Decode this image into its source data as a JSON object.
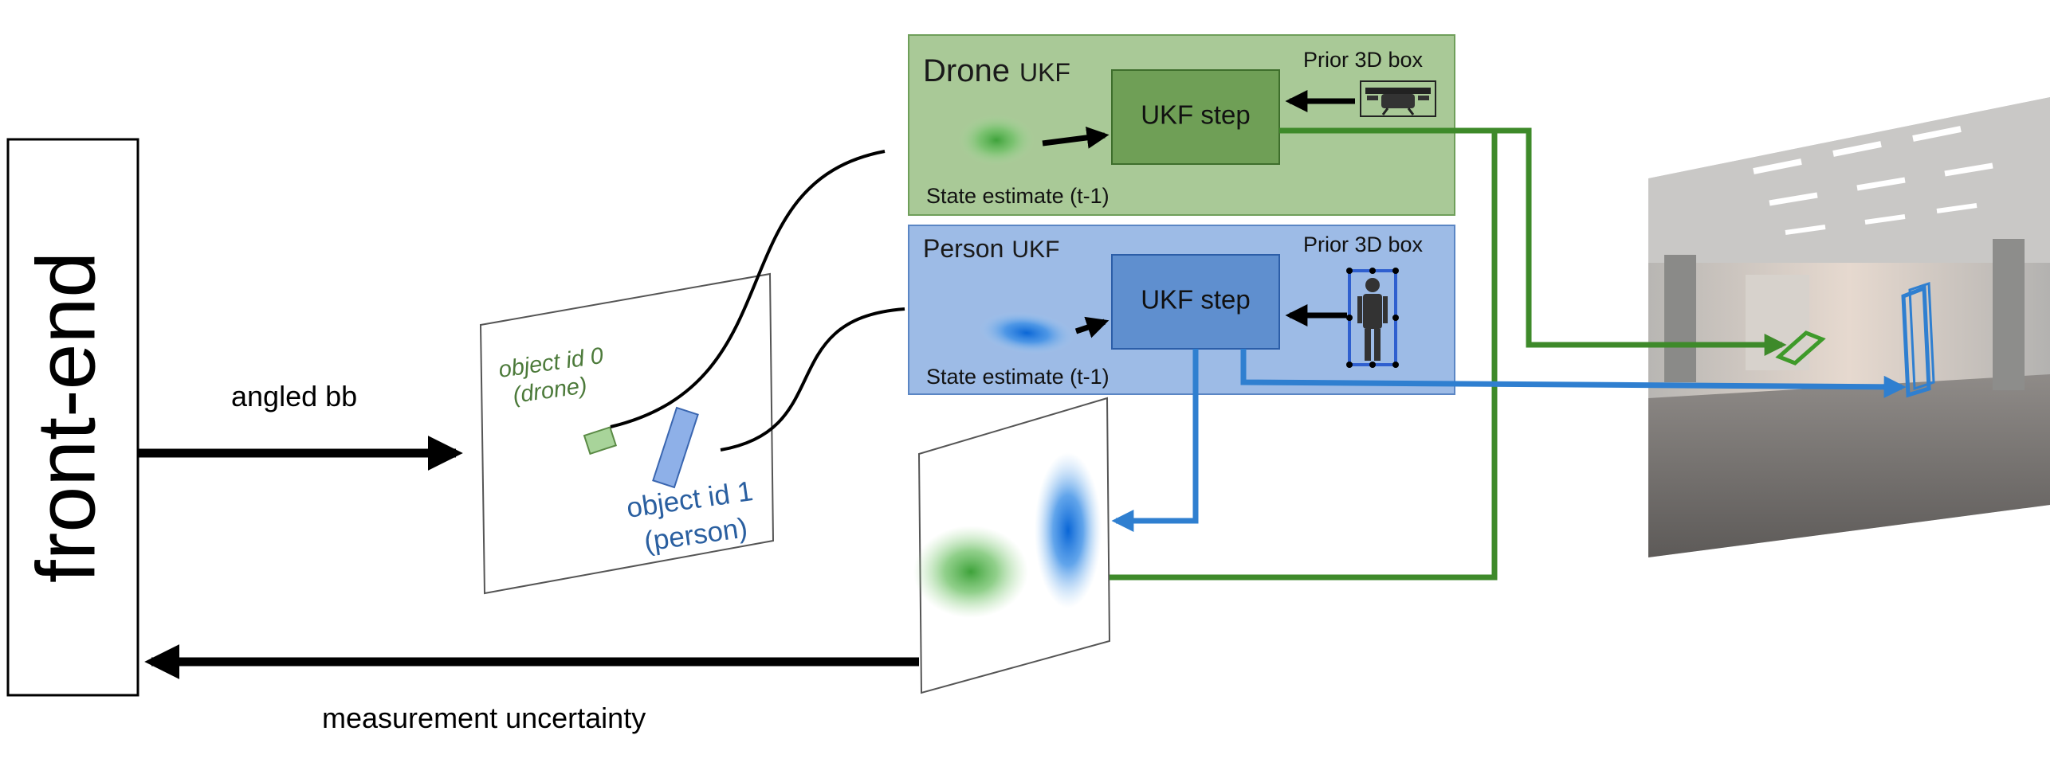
{
  "colors": {
    "drone_panel": "#a9c997",
    "drone_panel_border": "#6f9f5a",
    "drone_step": "#6f9f56",
    "person_panel": "#9dbbe6",
    "person_panel_border": "#5b86c4",
    "person_step": "#5f8fcf",
    "green_arrow": "#3e8a2a",
    "blue_arrow": "#2f7fd0",
    "black_arrow": "#000000",
    "drone_label": "#4c7a3a",
    "person_label": "#2a5fa0"
  },
  "front_end": {
    "label": "front-end"
  },
  "arrows": {
    "angled_bb": "angled bb",
    "measurement_uncertainty": "measurement uncertainty"
  },
  "image_plane": {
    "object0_line1": "object id 0",
    "object0_line2": "(drone)",
    "object1_line1": "object id 1",
    "object1_line2": "(person)"
  },
  "drone_ukf": {
    "title_bold": "Drone",
    "title_rest": "UKF",
    "step": "UKF step",
    "prior": "Prior 3D box",
    "state": "State estimate (t-1)"
  },
  "person_ukf": {
    "title_bold": "Person",
    "title_rest": "UKF",
    "step": "UKF step",
    "prior": "Prior 3D box",
    "state": "State estimate (t-1)"
  },
  "icons": {
    "drone": "drone-icon",
    "person": "person-icon",
    "room": "room-photo"
  }
}
